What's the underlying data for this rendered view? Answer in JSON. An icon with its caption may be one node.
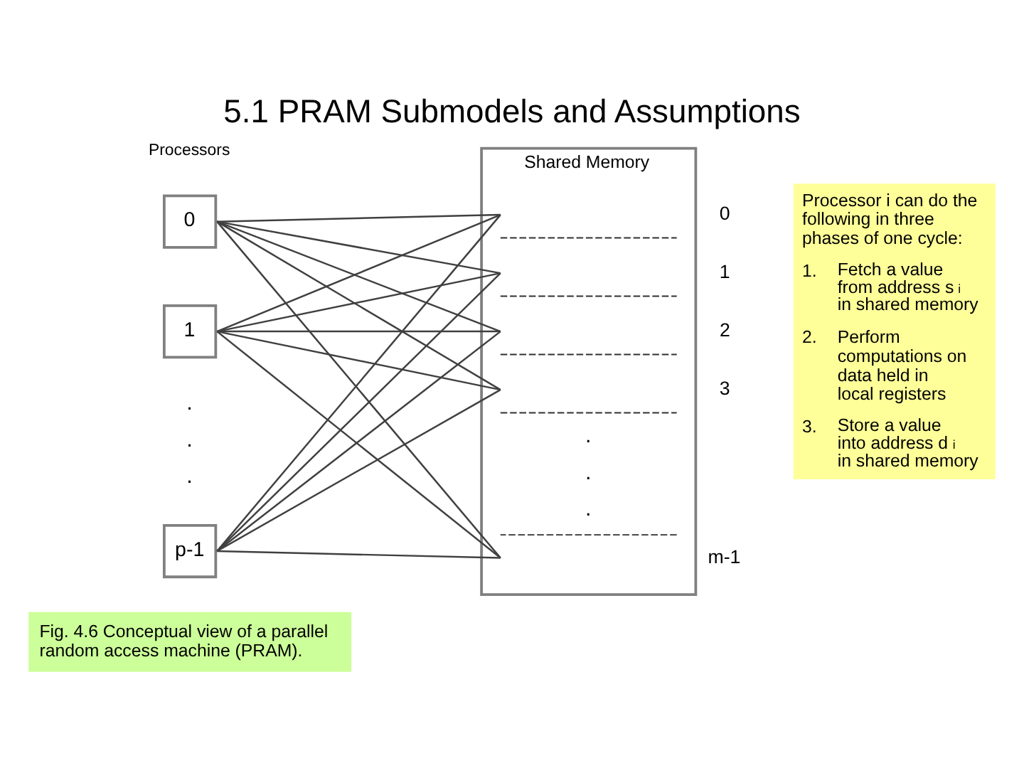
{
  "diagram": {
    "title": "5.1 PRAM Submodels and Assumptions",
    "caption": "Fig. 4.6 Conceptual view of a parallel random access machine (PRAM).",
    "nodes": [
      {
        "text": [
          "0"
        ]
      },
      {
        "text": [
          "1"
        ]
      },
      {
        "text": [
          "p-1"
        ]
      },
      {
        "text": [
          "Shared Memory"
        ]
      },
      {
        "text": [],
        "shape": "box",
        "in": 3,
        "beside": [
          "0"
        ]
      },
      {
        "text": [],
        "shape": "box",
        "in": 3,
        "beside": [
          "1"
        ]
      },
      {
        "text": [],
        "shape": "box",
        "in": 3,
        "beside": [
          "2"
        ]
      },
      {
        "text": [],
        "shape": "box",
        "in": 3,
        "beside": [
          "3"
        ]
      },
      {
        "text": [],
        "shape": "box",
        "in": 3,
        "beside": [
          "m-1"
        ]
      },
      {
        "text": [
          "Processor i can do the following in three phases of one cycle:",
          "1. Fetch a value from address s$_{i}$ in shared memory",
          "2. Perform computations on data held in local registers",
          "3. Store a value into address d$_{i}$ in shared memory"
        ]
      }
    ],
    "edges": [
      {
        "from": 0,
        "to": 4,
        "arrow": "none"
      },
      {
        "from": 0,
        "to": 5,
        "arrow": "none"
      },
      {
        "from": 0,
        "to": 6,
        "arrow": "none"
      },
      {
        "from": 0,
        "to": 7,
        "arrow": "none"
      },
      {
        "from": 0,
        "to": 8,
        "arrow": "none"
      },
      {
        "from": 1,
        "to": 4,
        "arrow": "none"
      },
      {
        "from": 1,
        "to": 5,
        "arrow": "none"
      },
      {
        "from": 1,
        "to": 6,
        "arrow": "none"
      },
      {
        "from": 1,
        "to": 7,
        "arrow": "none"
      },
      {
        "from": 1,
        "to": 8,
        "arrow": "none"
      },
      {
        "from": 2,
        "to": 4,
        "arrow": "none"
      },
      {
        "from": 2,
        "to": 5,
        "arrow": "none"
      },
      {
        "from": 2,
        "to": 6,
        "arrow": "none"
      },
      {
        "from": 2,
        "to": 7,
        "arrow": "none"
      },
      {
        "from": 2,
        "to": 8,
        "arrow": "none"
      }
    ],
    "labels": [
      "Processors",
      ".",
      ".",
      ".",
      ".",
      ".",
      "."
    ]
  }
}
